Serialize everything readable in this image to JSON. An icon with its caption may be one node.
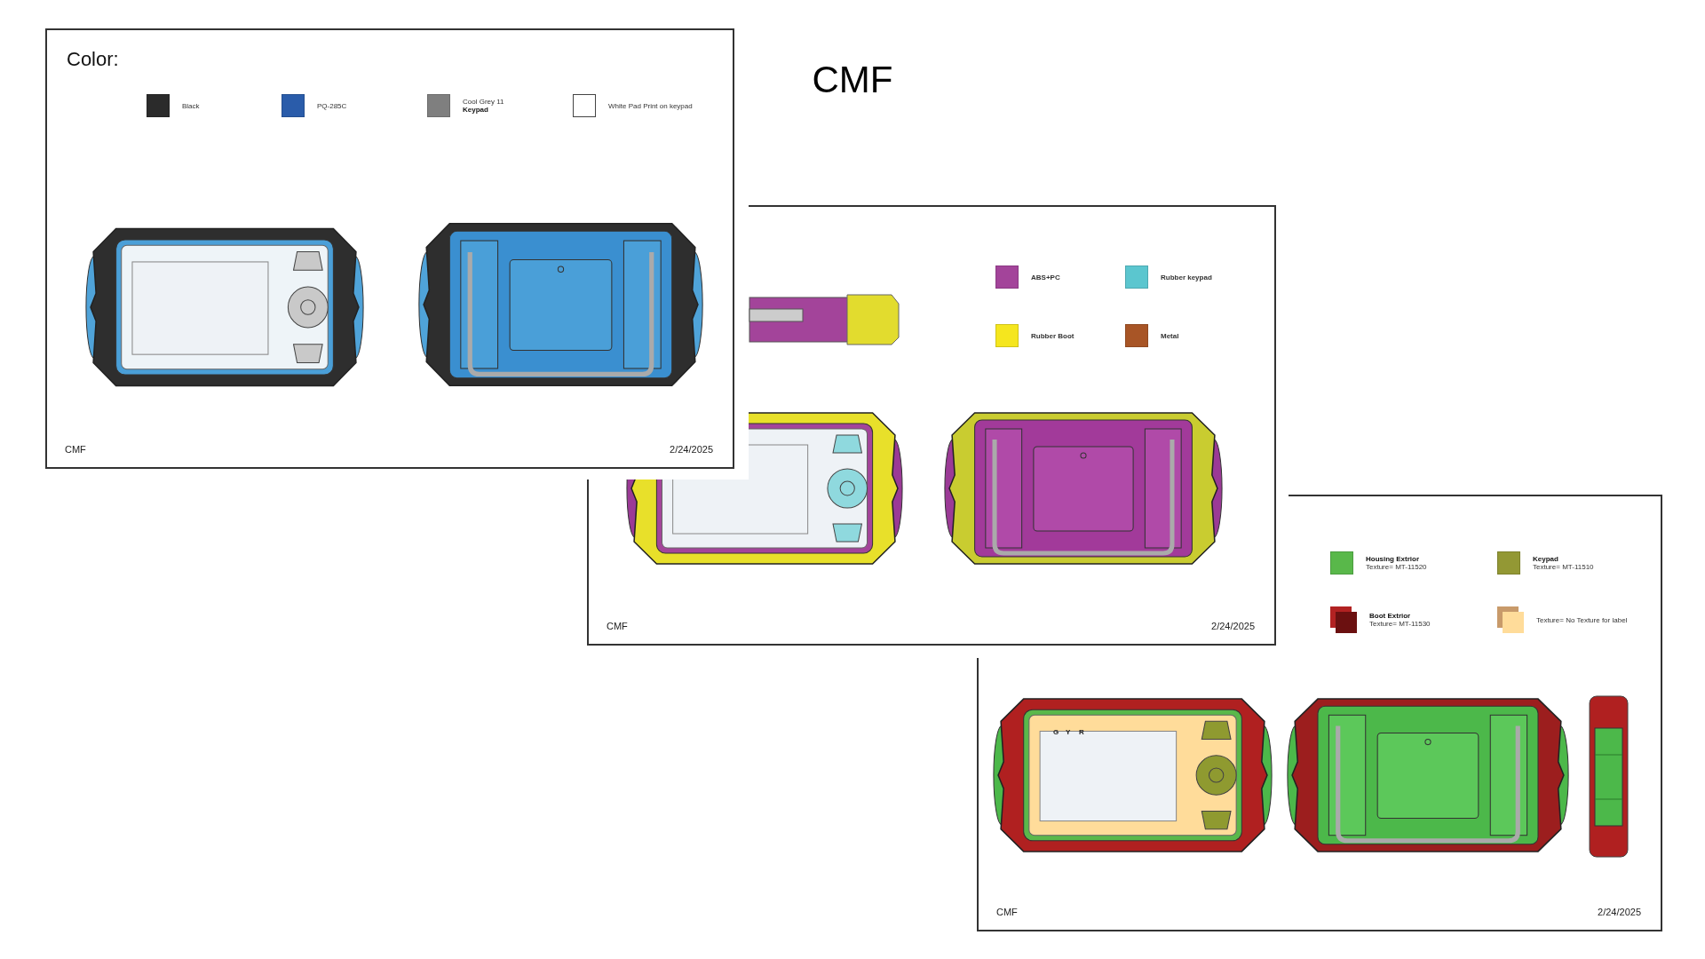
{
  "diagram": {
    "title": "CMF",
    "labels": [
      "Color:",
      "CMF",
      "2/24/2025",
      "CMF",
      "2/24/2025",
      "G",
      "Y",
      "R",
      "CMF",
      "2/24/2025"
    ],
    "legend": [
      {
        "text": "Black",
        "color": "#2b2b2b"
      },
      {
        "text": "PQ-285C",
        "color": "#2a5caa"
      },
      {
        "text": "Cool Grey 11 **Keypad**",
        "color": "#7f7f7f"
      },
      {
        "text": "White Pad Print on keypad",
        "color": "#ffffff"
      },
      {
        "text": "ABS+PC",
        "color": "#a3449a"
      },
      {
        "text": "Rubber keypad",
        "color": "#5bc6cf"
      },
      {
        "text": "Rubber Boot",
        "color": "#f5e61e"
      },
      {
        "text": "Metal",
        "color": "#a85526"
      },
      {
        "text": "**Housing Extrior** Texture= MT-11520",
        "color": "#59b84a"
      },
      {
        "text": "**Keypad** Texture= MT-11510",
        "color": "#939834"
      },
      {
        "text": "**Boot Extrior** Texture= MT-11530",
        "color": "#6b1010"
      },
      {
        "text": "Texture= No Texture for label",
        "color": "#ffdc9a"
      }
    ]
  }
}
